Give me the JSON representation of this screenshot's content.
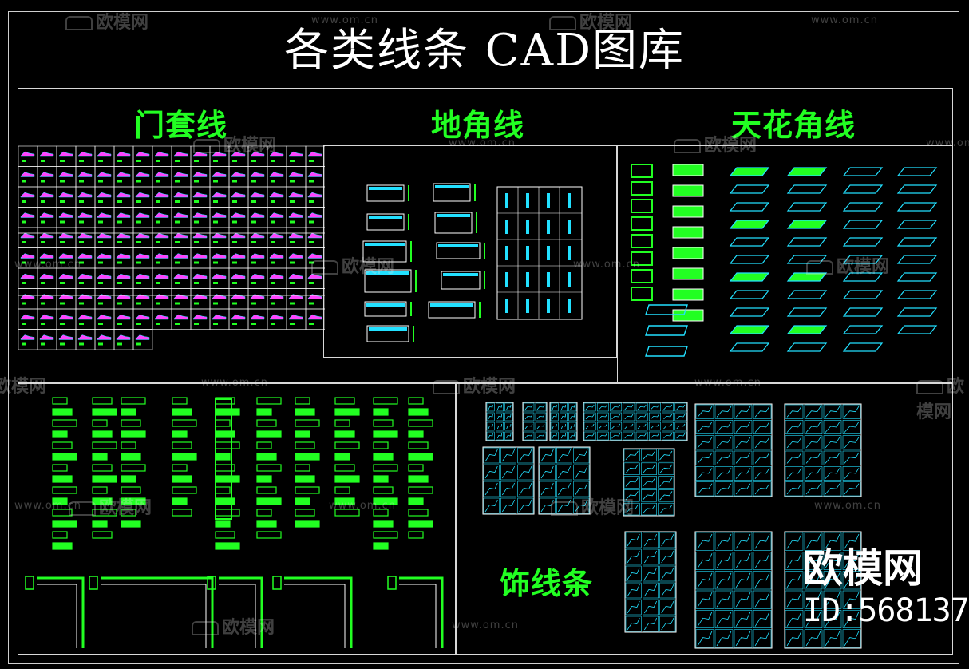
{
  "title": "各类线条 CAD图库",
  "sections": {
    "door_trim": "门套线",
    "baseboard": "地角线",
    "ceiling_cornice": "天花角线",
    "decorative_molding": "饰线条"
  },
  "watermark": {
    "logo_text": "欧模网",
    "url": "www.om.cn"
  },
  "brand": {
    "name": "欧模网",
    "id": "ID:568137"
  },
  "colors": {
    "background": "#000000",
    "frame": "#cfcfcf",
    "label_green": "#22ff22",
    "cad_green": "#22ff22",
    "cad_cyan": "#22e0ff",
    "cad_magenta": "#ff44ff",
    "cad_white": "#ffffff"
  }
}
